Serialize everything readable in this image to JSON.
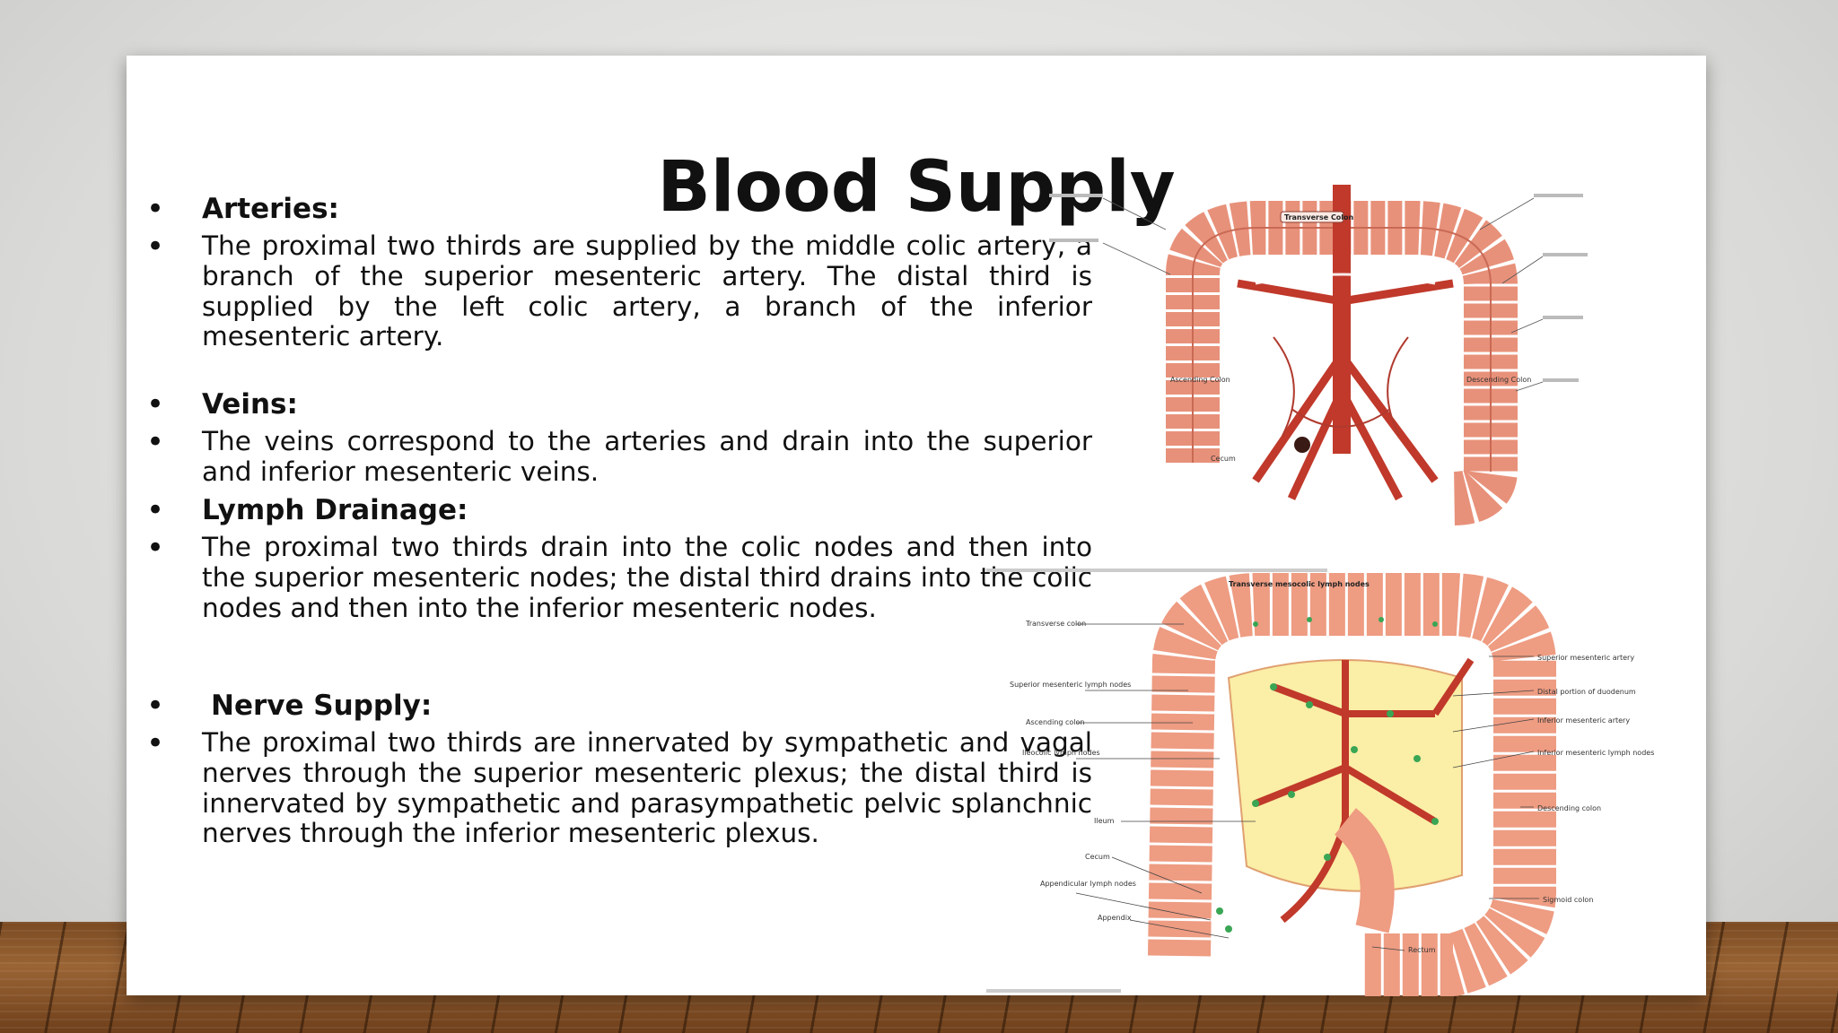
{
  "slide": {
    "title": "Blood Supply",
    "sections": [
      {
        "heading": "Arteries:",
        "text": "The proximal two thirds are supplied by the middle colic artery, a branch of the superior mesenteric artery. The distal third is supplied by the left colic artery, a branch of the inferior mesenteric artery."
      },
      {
        "heading": "Veins:",
        "text": "The veins correspond to the arteries and drain into the superior and inferior mesenteric veins."
      },
      {
        "heading": "Lymph Drainage:",
        "text": "The proximal two thirds drain into the colic nodes and then into the superior mesenteric nodes; the distal third drains into the colic nodes and then into the inferior mesenteric nodes."
      },
      {
        "heading": "Nerve Supply:",
        "text": "The proximal two thirds are innervated by sympathetic and vagal nerves through the superior mesenteric plexus; the distal third is innervated by sympathetic and parasympathetic pelvic splanchnic nerves through the inferior mesenteric plexus."
      }
    ]
  },
  "figure": {
    "top_labels": {
      "transverse_colon": "Transverse Colon",
      "ascending_colon": "Ascending Colon",
      "descending_colon": "Descending Colon",
      "cecum": "Cecum"
    },
    "bottom_title": "Transverse mesocolic lymph nodes",
    "bottom_labels_left": [
      "Transverse colon",
      "Superior mesenteric lymph nodes",
      "Ascending colon",
      "Ileocolic lymph nodes",
      "Ileum",
      "Cecum",
      "Appendicular lymph nodes",
      "Appendix"
    ],
    "bottom_labels_right": [
      "Superior mesenteric artery",
      "Distal portion of duodenum",
      "Inferior mesenteric artery",
      "Inferior mesenteric lymph nodes",
      "Descending colon",
      "Sigmoid colon",
      "Rectum"
    ]
  },
  "colors": {
    "slide_bg": "#ffffff",
    "text": "#111111",
    "colon": "#e8917a",
    "artery": "#c0392b",
    "node": "#3aa655"
  }
}
